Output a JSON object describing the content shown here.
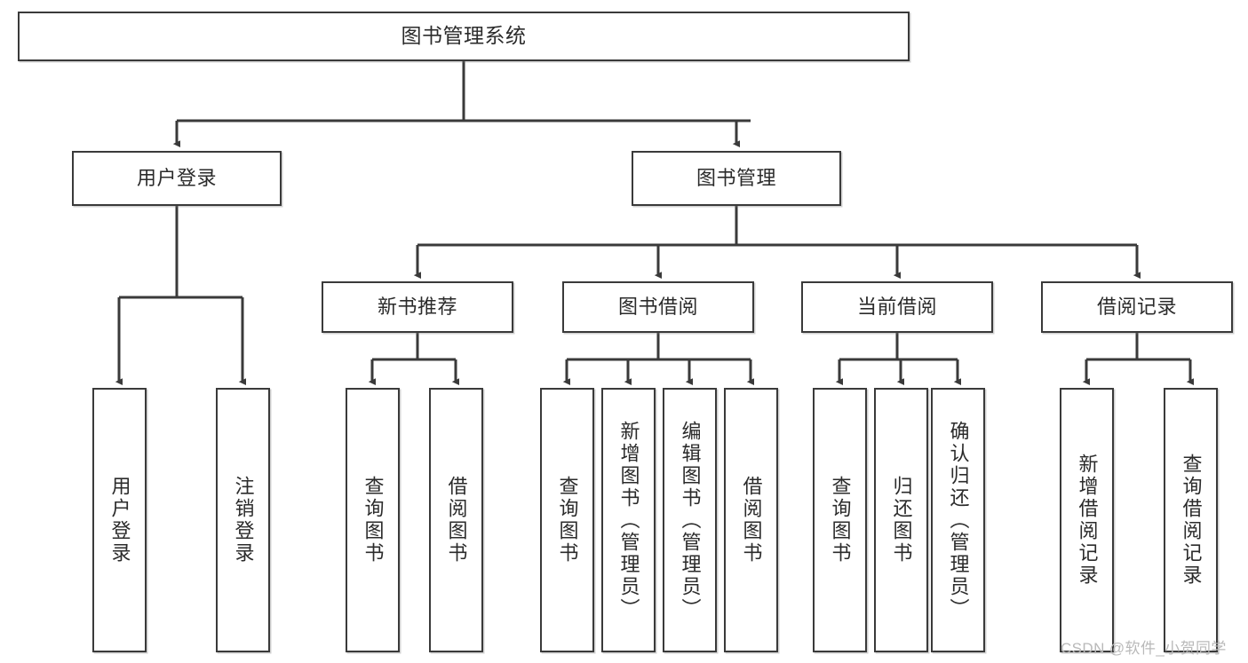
{
  "diagram": {
    "title": "图书管理系统",
    "type": "功能结构图",
    "style": {
      "box_border_color": "#3a3a3a",
      "box_fill_color": "#ffffff",
      "line_color": "#3a3a3a",
      "text_color": "#2b2b2b",
      "background": "#ffffff",
      "watermark_color": "#b9b9b9"
    },
    "root": {
      "id": "root",
      "label": "图书管理系统"
    },
    "level2": [
      {
        "id": "user-login",
        "label": "用户登录"
      },
      {
        "id": "book-manage",
        "label": "图书管理"
      }
    ],
    "level3": [
      {
        "id": "new-book-recommend",
        "label": "新书推荐",
        "parent": "book-manage"
      },
      {
        "id": "book-borrow",
        "label": "图书借阅",
        "parent": "book-manage"
      },
      {
        "id": "current-borrow",
        "label": "当前借阅",
        "parent": "book-manage"
      },
      {
        "id": "borrow-record",
        "label": "借阅记录",
        "parent": "book-manage"
      }
    ],
    "leaves": {
      "user-login": [
        {
          "id": "leaf-user-login",
          "label": "用户登录"
        },
        {
          "id": "leaf-logout-login",
          "label": "注销登录"
        }
      ],
      "new-book-recommend": [
        {
          "id": "leaf-query-book-1",
          "label": "查询图书"
        },
        {
          "id": "leaf-borrow-book-1",
          "label": "借阅图书"
        }
      ],
      "book-borrow": [
        {
          "id": "leaf-query-book-2",
          "label": "查询图书"
        },
        {
          "id": "leaf-add-book",
          "label": "新增图书（管理员）"
        },
        {
          "id": "leaf-edit-book",
          "label": "编辑图书（管理员）"
        },
        {
          "id": "leaf-borrow-book-2",
          "label": "借阅图书"
        }
      ],
      "current-borrow": [
        {
          "id": "leaf-query-book-3",
          "label": "查询图书"
        },
        {
          "id": "leaf-return-book",
          "label": "归还图书"
        },
        {
          "id": "leaf-confirm-return",
          "label": "确认归还（管理员）"
        }
      ],
      "borrow-record": [
        {
          "id": "leaf-add-record",
          "label": "新增借阅记录"
        },
        {
          "id": "leaf-query-record",
          "label": "查询借阅记录"
        }
      ]
    },
    "watermark": "CSDN @软件_小贺同学"
  }
}
